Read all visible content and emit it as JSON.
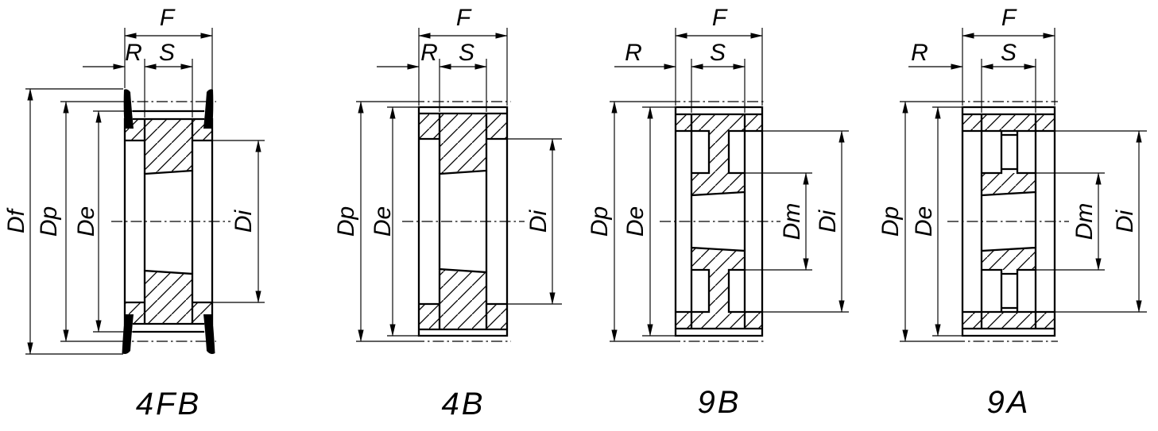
{
  "drawing": {
    "background": "#ffffff",
    "line_color": "#000000",
    "description": "Four timing-belt pulley cross-sections with dimension callouts"
  },
  "figures": [
    {
      "caption": "4FB",
      "dims": {
        "f": "F",
        "r": "R",
        "s": "S",
        "df": "Df",
        "dp": "Dp",
        "de": "De",
        "di": "Di"
      }
    },
    {
      "caption": "4B",
      "dims": {
        "f": "F",
        "r": "R",
        "s": "S",
        "dp": "Dp",
        "de": "De",
        "di": "Di"
      }
    },
    {
      "caption": "9B",
      "dims": {
        "f": "F",
        "r": "R",
        "s": "S",
        "dp": "Dp",
        "de": "De",
        "dm": "Dm",
        "di": "Di"
      }
    },
    {
      "caption": "9A",
      "dims": {
        "f": "F",
        "r": "R",
        "s": "S",
        "dp": "Dp",
        "de": "De",
        "dm": "Dm",
        "di": "Di"
      }
    }
  ]
}
